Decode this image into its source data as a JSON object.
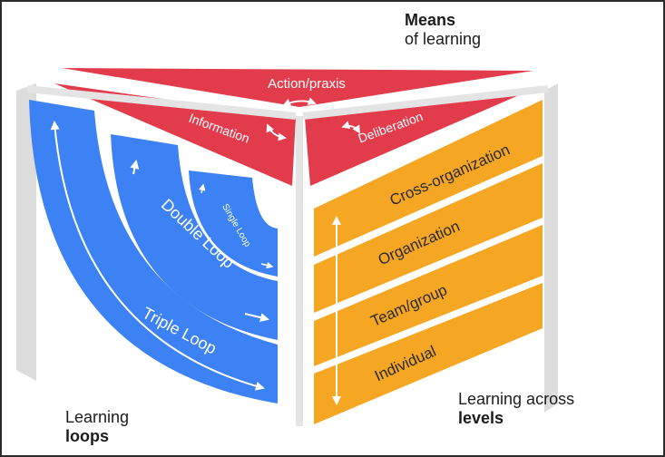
{
  "means": {
    "title_bold": "Means",
    "title_rest": "of learning",
    "items": [
      "Action/praxis",
      "Information",
      "Deliberation"
    ]
  },
  "loops": {
    "title_rest": "Learning",
    "title_bold": "loops",
    "items": [
      "Single Loop",
      "Double Loop",
      "Triple Loop"
    ]
  },
  "levels": {
    "title_rest": "Learning across",
    "title_bold": "levels",
    "items": [
      "Cross-organization",
      "Organization",
      "Team/group",
      "Individual"
    ]
  },
  "colors": {
    "red": "#e23b4b",
    "blue": "#3d82f5",
    "orange": "#f5a623",
    "divider": "#e4e4e4",
    "outer": "#dedede"
  }
}
